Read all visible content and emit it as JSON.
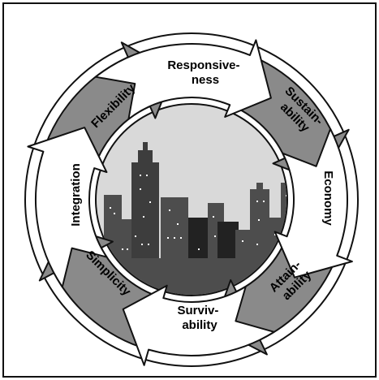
{
  "diagram": {
    "labels": {
      "responsiveness": [
        "Responsive-",
        "ness"
      ],
      "sustainability": [
        "Sustain-",
        "ability"
      ],
      "economy": [
        "Economy"
      ],
      "attainability": [
        "Attain-",
        "ability"
      ],
      "survivability": [
        "Surviv-",
        "ability"
      ],
      "simplicity": [
        "Simplicity"
      ],
      "integration": [
        "Integration"
      ],
      "flexibility": [
        "Flexibility"
      ]
    },
    "colors": {
      "border": "#111111",
      "ring": "#ffffff",
      "arrow_white": "#ffffff",
      "arrow_gray": "#8a8a8a",
      "sky": "#d9d9d9",
      "building": "#4d4d4d",
      "building_dark": "#222222",
      "window": "#ffffff"
    }
  }
}
